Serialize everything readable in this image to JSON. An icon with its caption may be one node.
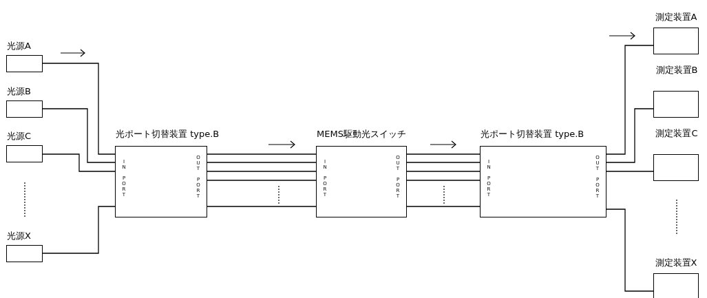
{
  "diagram": {
    "nodes": [
      {
        "text": [
          "光源A"
        ]
      },
      {
        "text": [
          "光源B"
        ]
      },
      {
        "text": [
          "光源C"
        ]
      },
      {
        "text": [
          "光源X"
        ]
      },
      {
        "text": [
          "光ポート切替装置 type.B",
          "IN PORT",
          "OUT PORT"
        ]
      },
      {
        "text": [
          "MEMS駆動光スイッチ",
          "IN PORT",
          "OUT PORT"
        ]
      },
      {
        "text": [
          "光ポート切替装置 type.B",
          "IN PORT",
          "OUT PORT"
        ]
      },
      {
        "text": [
          "測定装置A"
        ]
      },
      {
        "text": [
          "測定装置B"
        ]
      },
      {
        "text": [
          "測定装置C"
        ]
      },
      {
        "text": [
          "測定装置X"
        ]
      }
    ],
    "edges": [
      {
        "from": 0,
        "to": 4,
        "arrow": "none"
      },
      {
        "from": 1,
        "to": 4,
        "arrow": "none"
      },
      {
        "from": 2,
        "to": 4,
        "arrow": "none"
      },
      {
        "from": 3,
        "to": 4,
        "arrow": "none"
      },
      {
        "from": 4,
        "to": 5,
        "arrow": "none"
      },
      {
        "from": 4,
        "to": 5,
        "arrow": "none"
      },
      {
        "from": 4,
        "to": 5,
        "arrow": "none"
      },
      {
        "from": 4,
        "to": 5,
        "arrow": "none"
      },
      {
        "from": 4,
        "to": 5,
        "arrow": "none"
      },
      {
        "from": 5,
        "to": 6,
        "arrow": "none"
      },
      {
        "from": 5,
        "to": 6,
        "arrow": "none"
      },
      {
        "from": 5,
        "to": 6,
        "arrow": "none"
      },
      {
        "from": 5,
        "to": 6,
        "arrow": "none"
      },
      {
        "from": 5,
        "to": 6,
        "arrow": "none"
      },
      {
        "from": 6,
        "to": 7,
        "arrow": "none"
      },
      {
        "from": 6,
        "to": 8,
        "arrow": "none"
      },
      {
        "from": 6,
        "to": 9,
        "arrow": "none"
      },
      {
        "from": 6,
        "to": 10,
        "arrow": "none"
      }
    ]
  }
}
